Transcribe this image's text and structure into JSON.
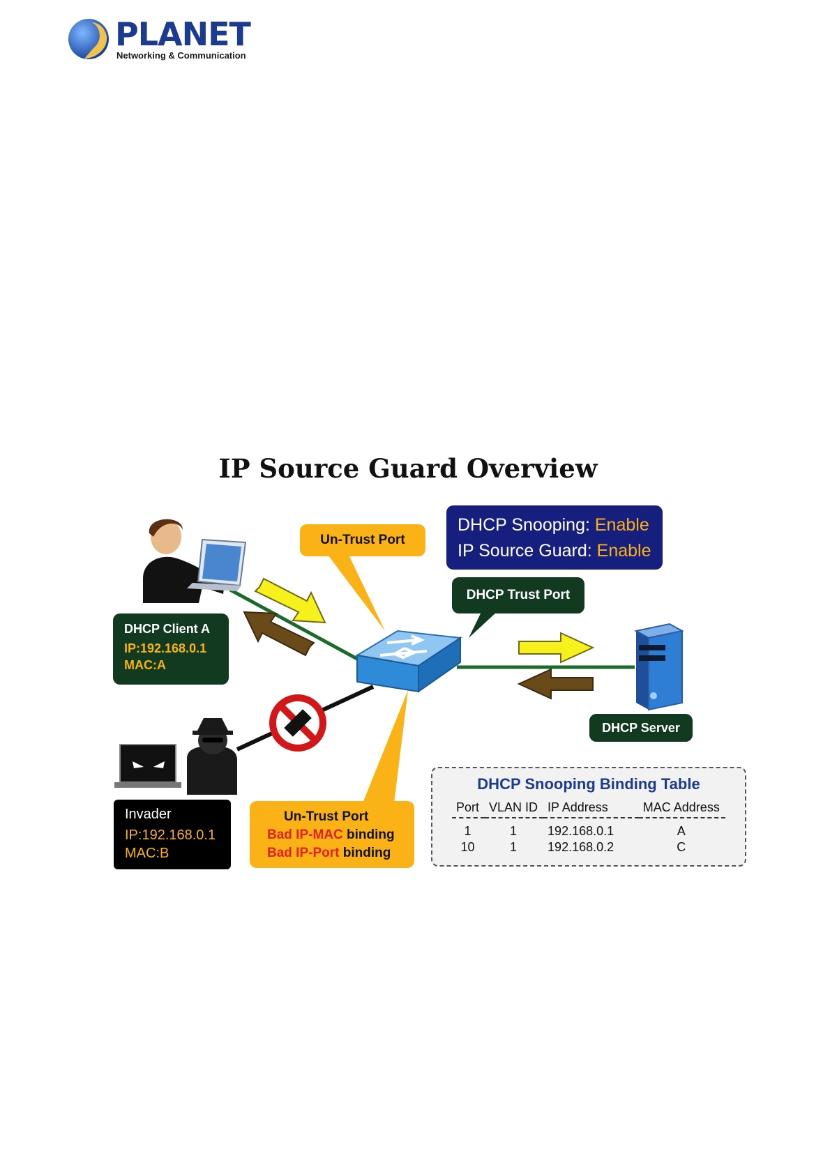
{
  "logo": {
    "brand": "PLANET",
    "tagline": "Networking & Communication"
  },
  "title": "IP Source Guard Overview",
  "status": {
    "line1_label": "DHCP Snooping: ",
    "line1_value": "Enable",
    "line2_label": "IP Source Guard: ",
    "line2_value": "Enable"
  },
  "untrust_top": "Un-Trust Port",
  "trust_port": "DHCP Trust Port",
  "client": {
    "name": "DHCP Client A",
    "ip": "IP:192.168.0.1",
    "mac": "MAC:A"
  },
  "server_label": "DHCP Server",
  "invader": {
    "name": "Invader",
    "ip": "IP:192.168.0.1",
    "mac": "MAC:B"
  },
  "untrust_bottom": {
    "title": "Un-Trust Port",
    "line1_red": "Bad IP-MAC",
    "line1_rest": " binding",
    "line2_red": "Bad IP-Port",
    "line2_rest": " binding"
  },
  "binding_table": {
    "title": "DHCP Snooping Binding Table",
    "headers": [
      "Port",
      "VLAN ID",
      "IP Address",
      "MAC Address"
    ],
    "rows": [
      [
        "1",
        "1",
        "192.168.0.1",
        "A"
      ],
      [
        "10",
        "1",
        "192.168.0.2",
        "C"
      ]
    ]
  },
  "colors": {
    "navy": "#161f7e",
    "dark_green": "#113a21",
    "orange": "#fbb217",
    "red": "#e3201b",
    "link_green": "#1d6b2a"
  }
}
